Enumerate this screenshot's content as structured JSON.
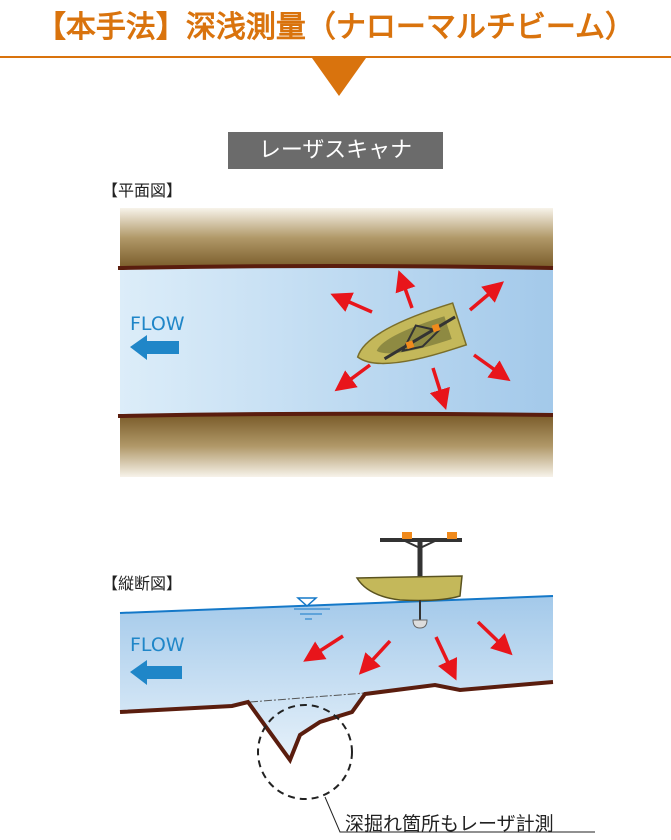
{
  "header": {
    "title": "【本手法】深浅測量（ナローマルチビーム）"
  },
  "device_label": "レーザスキャナ",
  "plan_view": {
    "label": "【平面図】",
    "flow_label": "FLOW"
  },
  "profile_view": {
    "label": "【縦断図】",
    "flow_label": "FLOW",
    "annotation": "深掘れ箇所もレーザ計測"
  },
  "colors": {
    "accent": "#d9730d",
    "arrow": "#e8151b",
    "flow": "#1f86c8",
    "bank": "#5a1d0e",
    "boat": "#c4b85a"
  }
}
